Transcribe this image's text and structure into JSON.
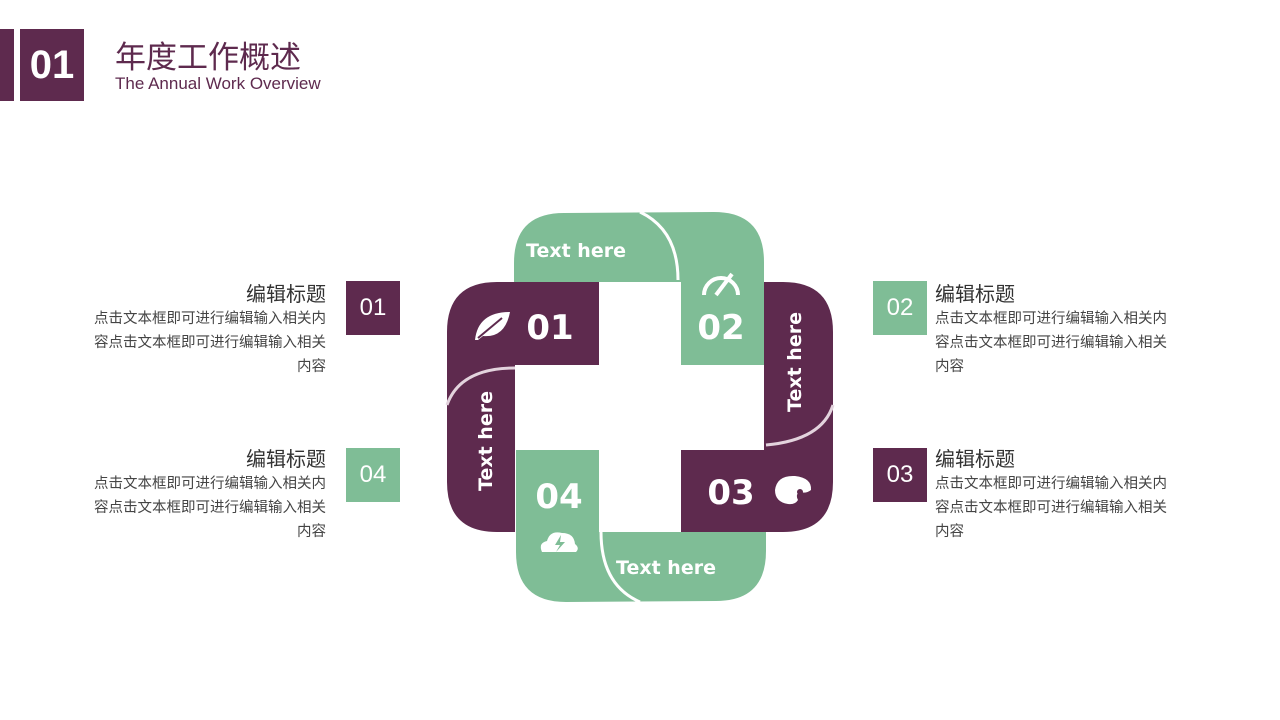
{
  "header": {
    "number": "01",
    "title": "年度工作概述",
    "subtitle": "The Annual Work Overview"
  },
  "diagram": {
    "segments": [
      {
        "number": "01",
        "label": "Text here",
        "icon": "leaf-icon"
      },
      {
        "number": "02",
        "label": "Text here",
        "icon": "gauge-icon"
      },
      {
        "number": "03",
        "label": "Text here",
        "icon": "palette-icon"
      },
      {
        "number": "04",
        "label": "Text here",
        "icon": "cloud-lightning-icon"
      }
    ],
    "colors": {
      "purple": "#5e2a4e",
      "green": "#7fbd96"
    }
  },
  "items": [
    {
      "num": "01",
      "title": "编辑标题",
      "body": "点击文本框即可进行编辑输入相关内容点击文本框即可进行编辑输入相关内容"
    },
    {
      "num": "02",
      "title": "编辑标题",
      "body": "点击文本框即可进行编辑输入相关内容点击文本框即可进行编辑输入相关内容"
    },
    {
      "num": "03",
      "title": "编辑标题",
      "body": "点击文本框即可进行编辑输入相关内容点击文本框即可进行编辑输入相关内容"
    },
    {
      "num": "04",
      "title": "编辑标题",
      "body": "点击文本框即可进行编辑输入相关内容点击文本框即可进行编辑输入相关内容"
    }
  ]
}
